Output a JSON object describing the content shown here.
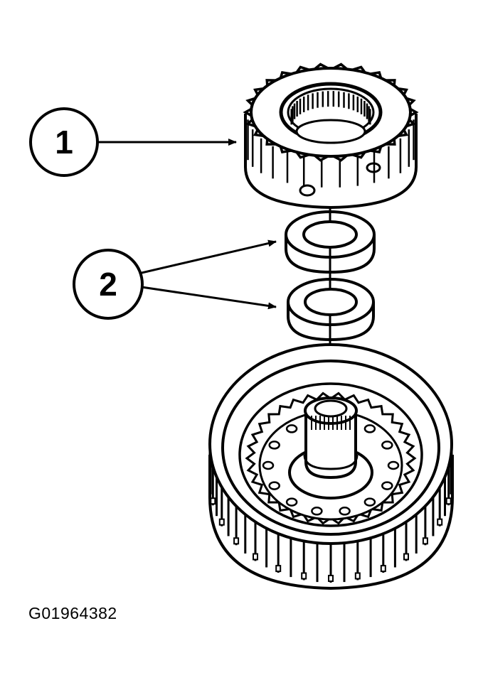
{
  "callouts": [
    {
      "label": "1"
    },
    {
      "label": "2"
    }
  ],
  "figure_id": "G01964382",
  "colors": {
    "ink": "#000000",
    "paper": "#ffffff"
  }
}
